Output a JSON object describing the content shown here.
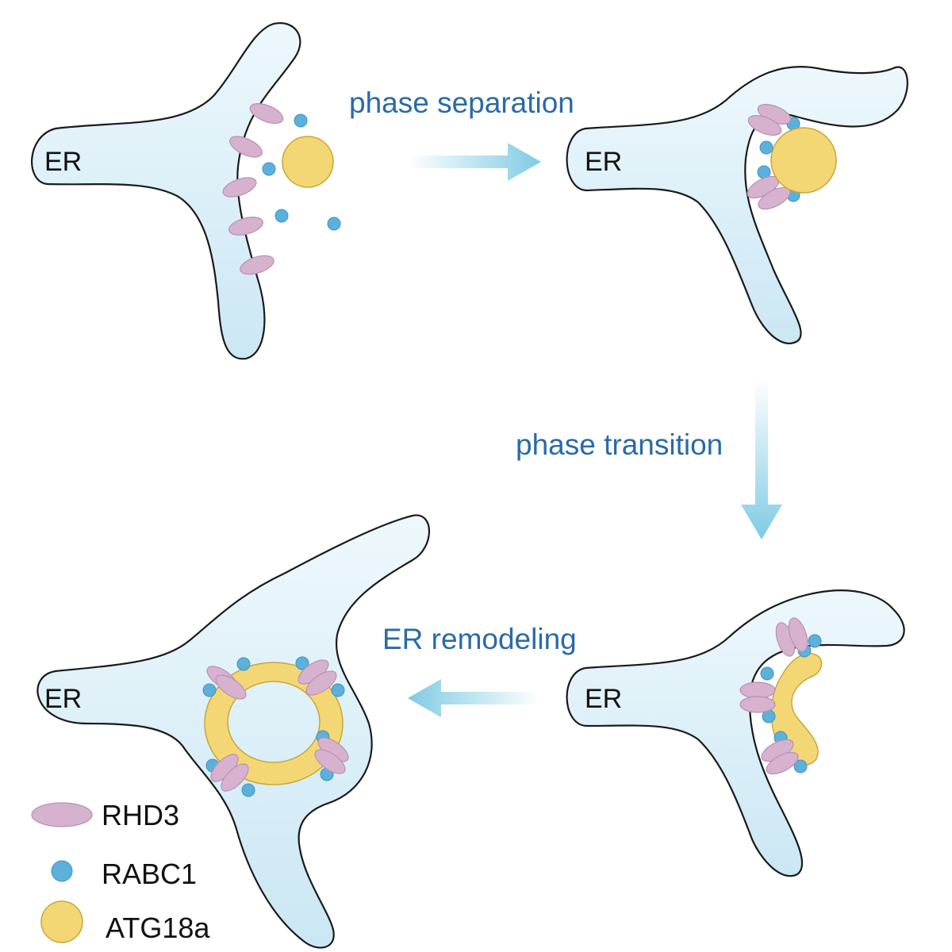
{
  "panels": {
    "top_left": {
      "er_label": "ER"
    },
    "top_right": {
      "er_label": "ER"
    },
    "bottom_right": {
      "er_label": "ER"
    },
    "bottom_left": {
      "er_label": "ER"
    }
  },
  "steps": {
    "phase_separation": "phase separation",
    "phase_transition": "phase transition",
    "er_remodeling": "ER remodeling"
  },
  "legend": [
    {
      "label": "RHD3",
      "symbol": "purple-ellipse"
    },
    {
      "label": "RABC1",
      "symbol": "blue-dot"
    },
    {
      "label": "ATG18a",
      "symbol": "yellow-circle"
    }
  ],
  "colors": {
    "er_fill": "#dcf0f8",
    "rhd3": "#d6b2cf",
    "rabc1": "#5cb1dc",
    "atg18a": "#f3d774",
    "arrow": "#7fcbe4",
    "step_text": "#2a6aa8"
  }
}
